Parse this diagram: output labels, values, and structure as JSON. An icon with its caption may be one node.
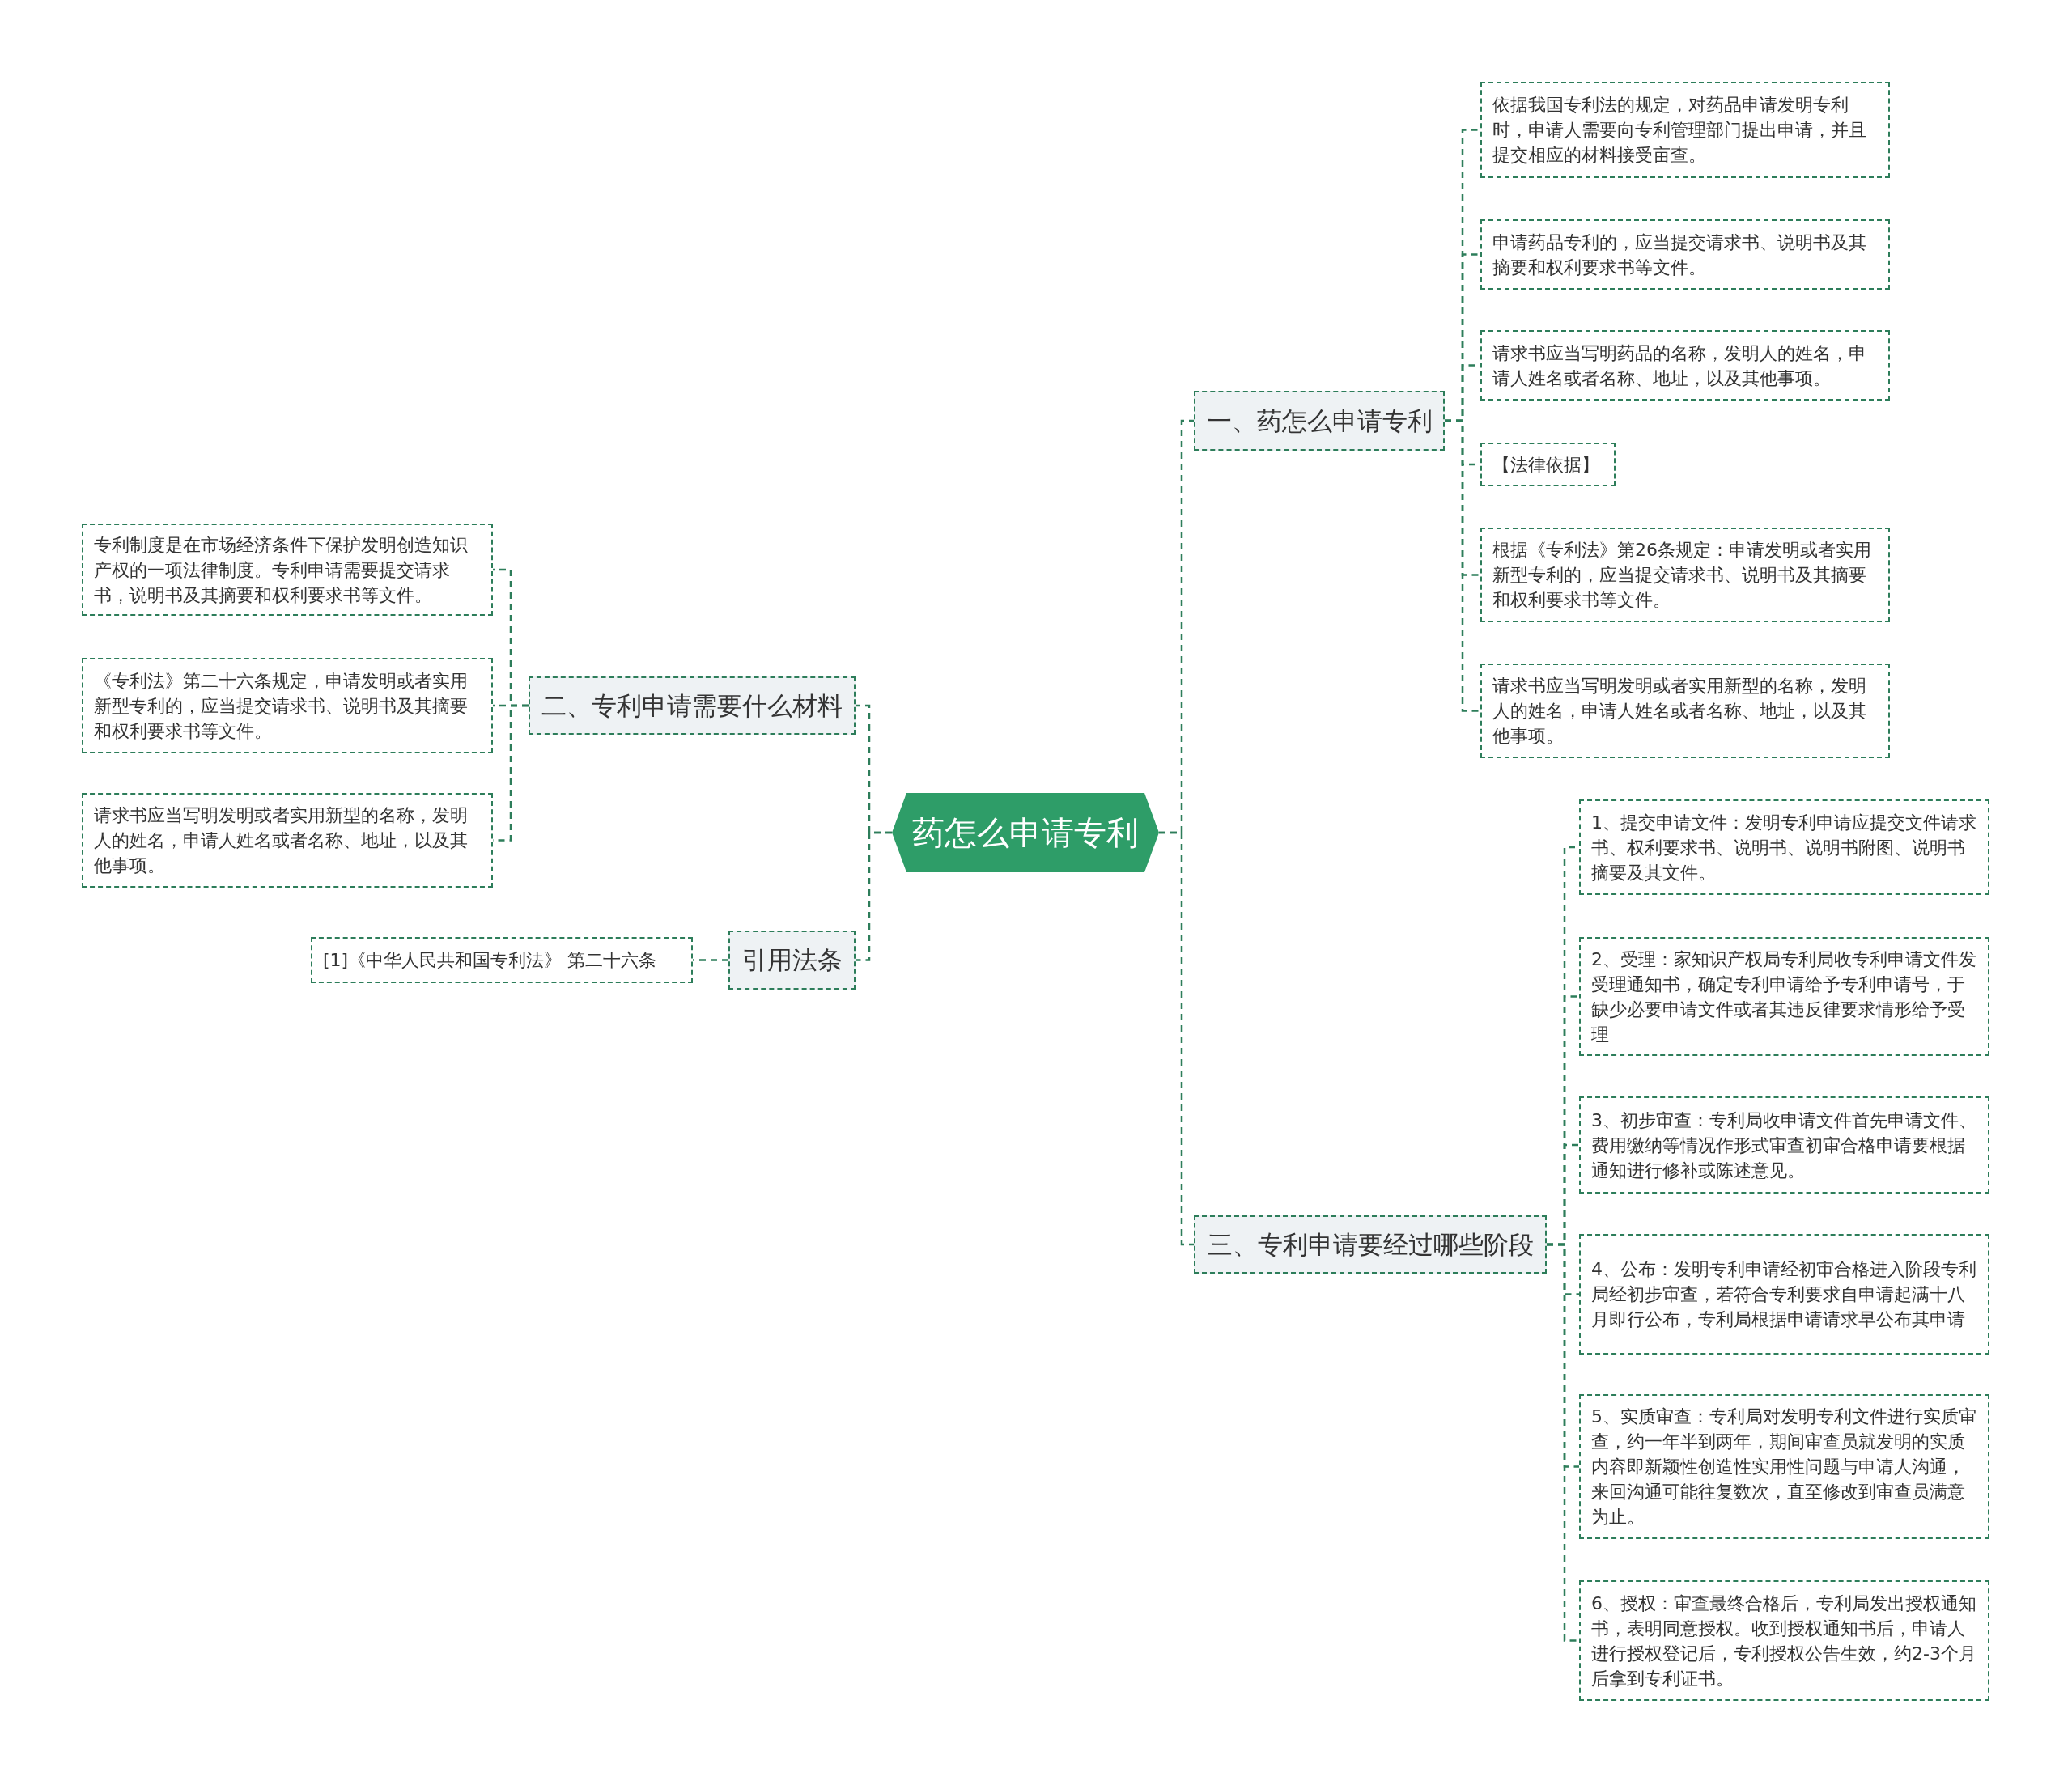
{
  "diagram": {
    "nodes": [
      {
        "text": [
          "药怎么申请专利"
        ]
      },
      {
        "text": [
          "一、药怎么申请专利"
        ]
      },
      {
        "text": [
          "依据我国专利法的规定，对药品申请发明专利时，申请人需要向专利管理部门提出申请，并且提交相应的材料接受亩查。"
        ]
      },
      {
        "text": [
          "申请药品专利的，应当提交请求书、说明书及其摘要和权利要求书等文件。"
        ]
      },
      {
        "text": [
          "请求书应当写明药品的名称，发明人的姓名，申请人姓名或者名称、地址，以及其他事项。"
        ]
      },
      {
        "text": [
          "【法律依据】"
        ]
      },
      {
        "text": [
          "根据《专利法》第26条规定：申请发明或者实用新型专利的，应当提交请求书、说明书及其摘要和权利要求书等文件。"
        ]
      },
      {
        "text": [
          "请求书应当写明发明或者实用新型的名称，发明人的姓名，申请人姓名或者名称、地址，以及其他事项。"
        ]
      },
      {
        "text": [
          "二、专利申请需要什么材料"
        ]
      },
      {
        "text": [
          "专利制度是在市场经济条件下保护发明创造知识产权的一项法律制度。专利申请需要提交请求书，说明书及其摘要和权利要求书等文件。"
        ]
      },
      {
        "text": [
          "《专利法》第二十六条规定，申请发明或者实用新型专利的，应当提交请求书、说明书及其摘要和权利要求书等文件。"
        ]
      },
      {
        "text": [
          "请求书应当写明发明或者实用新型的名称，发明人的姓名，申请人姓名或者名称、地址，以及其他事项。"
        ]
      },
      {
        "text": [
          "引用法条"
        ]
      },
      {
        "text": [
          "[1]《中华人民共和国专利法》 第二十六条"
        ]
      },
      {
        "text": [
          "三、专利申请要经过哪些阶段"
        ]
      },
      {
        "text": [
          "1、提交申请文件：发明专利申请应提交文件请求书、权利要求书、说明书、说明书附图、说明书摘要及其文件。"
        ]
      },
      {
        "text": [
          "2、受理：家知识产权局专利局收专利申请文件发受理通知书，确定专利申请给予专利申请号，于缺少必要申请文件或者其违反律要求情形给予受理"
        ]
      },
      {
        "text": [
          "3、初步审查：专利局收申请文件首先申请文件、费用缴纳等情况作形式审查初审合格申请要根据通知进行修补或陈述意见。"
        ]
      },
      {
        "text": [
          "4、公布：发明专利申请经初审合格进入阶段专利局经初步审查，若符合专利要求自申请起满十八月即行公布，专利局根据申请请求早公布其申请"
        ]
      },
      {
        "text": [
          "5、实质审查：专利局对发明专利文件进行实质审查，约一年半到两年，期间审查员就发明的实质内容即新颖性创造性实用性问题与申请人沟通，来回沟通可能往复数次，直至修改到审查员满意为止。"
        ]
      },
      {
        "text": [
          "6、授权：审查最终合格后，专利局发出授权通知书，表明同意授权。收到授权通知书后，申请人进行授权登记后，专利授权公告生效，约2-3个月后拿到专利证书。"
        ]
      }
    ],
    "edges": [
      {
        "from": 0,
        "to": 1,
        "arrow": "none"
      },
      {
        "from": 1,
        "to": 2,
        "arrow": "none"
      },
      {
        "from": 1,
        "to": 3,
        "arrow": "none"
      },
      {
        "from": 1,
        "to": 4,
        "arrow": "none"
      },
      {
        "from": 1,
        "to": 5,
        "arrow": "none"
      },
      {
        "from": 1,
        "to": 6,
        "arrow": "none"
      },
      {
        "from": 1,
        "to": 7,
        "arrow": "none"
      },
      {
        "from": 0,
        "to": 8,
        "arrow": "none"
      },
      {
        "from": 8,
        "to": 9,
        "arrow": "none"
      },
      {
        "from": 8,
        "to": 10,
        "arrow": "none"
      },
      {
        "from": 8,
        "to": 11,
        "arrow": "none"
      },
      {
        "from": 0,
        "to": 12,
        "arrow": "none"
      },
      {
        "from": 12,
        "to": 13,
        "arrow": "none"
      },
      {
        "from": 0,
        "to": 14,
        "arrow": "none"
      },
      {
        "from": 14,
        "to": 15,
        "arrow": "none"
      },
      {
        "from": 14,
        "to": 16,
        "arrow": "none"
      },
      {
        "from": 14,
        "to": 17,
        "arrow": "none"
      },
      {
        "from": 14,
        "to": 18,
        "arrow": "none"
      },
      {
        "from": 14,
        "to": 19,
        "arrow": "none"
      },
      {
        "from": 14,
        "to": 20,
        "arrow": "none"
      }
    ]
  }
}
